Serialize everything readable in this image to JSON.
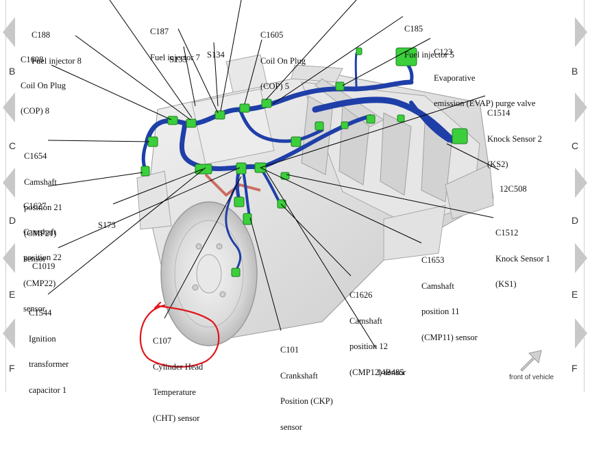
{
  "grid": {
    "left_letters": [
      "B",
      "C",
      "D",
      "E",
      "F"
    ],
    "right_letters": [
      "B",
      "C",
      "D",
      "E",
      "F"
    ]
  },
  "callouts": {
    "c188": [
      "C188",
      "Fuel injector 8"
    ],
    "c187": [
      "C187",
      "Fuel injector 7"
    ],
    "c1605": [
      "C1605",
      "Coil On Plug",
      "(COP) 5"
    ],
    "c185": [
      "C185",
      "Fuel injector 5"
    ],
    "c123": [
      "C123",
      "Evaporative",
      "emission (EVAP) purge valve"
    ],
    "c1608": [
      "C1608",
      "Coil On Plug",
      "(COP) 8"
    ],
    "s135": [
      "S135"
    ],
    "s134": [
      "S134"
    ],
    "c1514": [
      "C1514",
      "Knock Sensor 2",
      "(KS2)"
    ],
    "c1654": [
      "C1654",
      "Camshaft",
      "position 21",
      "(CMP21)",
      "sensor"
    ],
    "c1627": [
      "C1627",
      "Camshaft",
      "position 22",
      "(CMP22)",
      "sensor"
    ],
    "s173": [
      "S173"
    ],
    "c1019": [
      "C1019"
    ],
    "c12c508": [
      "12C508"
    ],
    "c1512": [
      "C1512",
      "Knock Sensor 1",
      "(KS1)"
    ],
    "c1653": [
      "C1653",
      "Camshaft",
      "position 11",
      "(CMP11) sensor"
    ],
    "c1626": [
      "C1626",
      "Camshaft",
      "position 12",
      "(CMP12) sensor"
    ],
    "c1544": [
      "C1544",
      "Ignition",
      "transformer",
      "capacitor 1"
    ],
    "c107": [
      "C107",
      "Cylinder Head",
      "Temperature",
      "(CHT) sensor"
    ],
    "c101": [
      "C101",
      "Crankshaft",
      "Position (CKP)",
      "sensor"
    ],
    "c14b485": [
      "14B485"
    ]
  },
  "footer": {
    "orientation_label": "front of vehicle"
  },
  "colors": {
    "harness": "#1f3fa8",
    "connector": "#3ccf3c",
    "highlight": "#e0151b",
    "engine": "#d9d9d9"
  }
}
